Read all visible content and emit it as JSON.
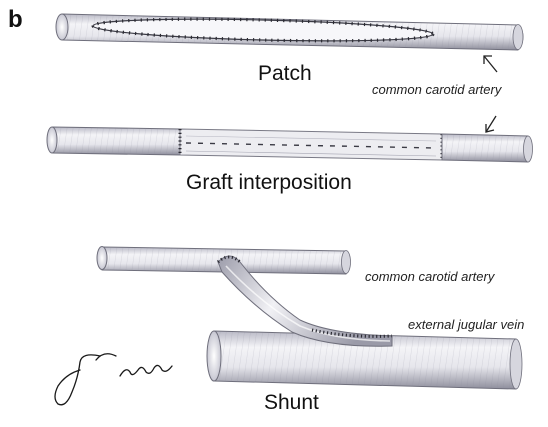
{
  "figure": {
    "panel_label": "b",
    "sections": {
      "patch": {
        "caption": "Patch",
        "annotation": "common carotid artery"
      },
      "graft": {
        "caption": "Graft interposition"
      },
      "shunt": {
        "caption": "Shunt",
        "annotation_upper": "common carotid artery",
        "annotation_lower": "external jugular vein"
      }
    },
    "signature": "Jalaie"
  },
  "colors": {
    "vessel_fill": "#e9e9ee",
    "vessel_shade": "#9a9aa8",
    "vessel_outline": "#6f6f7c",
    "suture": "#2b2b33",
    "ink": "#111111"
  },
  "icons": {
    "pointer": "arrow-pointer-icon",
    "signature": "handwritten-signature-icon"
  }
}
